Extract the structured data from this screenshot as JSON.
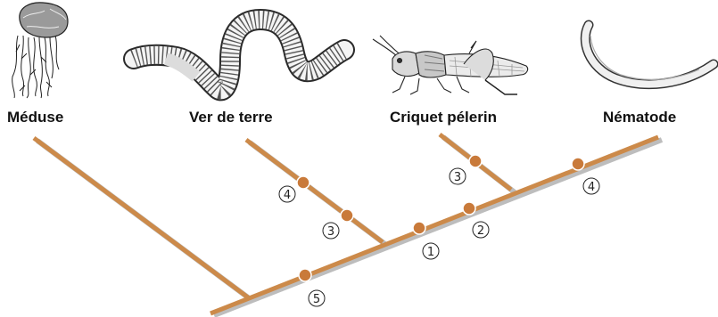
{
  "taxa": {
    "meduse": "Méduse",
    "ver_de_terre": "Ver de terre",
    "criquet": "Criquet pélerin",
    "nematode": "Nématode"
  },
  "markers": {
    "m1": "1",
    "m2": "2",
    "m3_criquet": "3",
    "m4_nematode": "4",
    "m3_ver": "3",
    "m4_ver": "4",
    "m5": "5"
  },
  "colors": {
    "branch": "#cc8a4a",
    "branch_shadow": "#b9b9b9",
    "marker_fill": "#c97a3a",
    "marker_stroke": "#ffffff"
  },
  "icons": {
    "meduse": "jellyfish-illustration",
    "ver_de_terre": "earthworm-illustration",
    "criquet": "locust-illustration",
    "nematode": "nematode-illustration"
  }
}
